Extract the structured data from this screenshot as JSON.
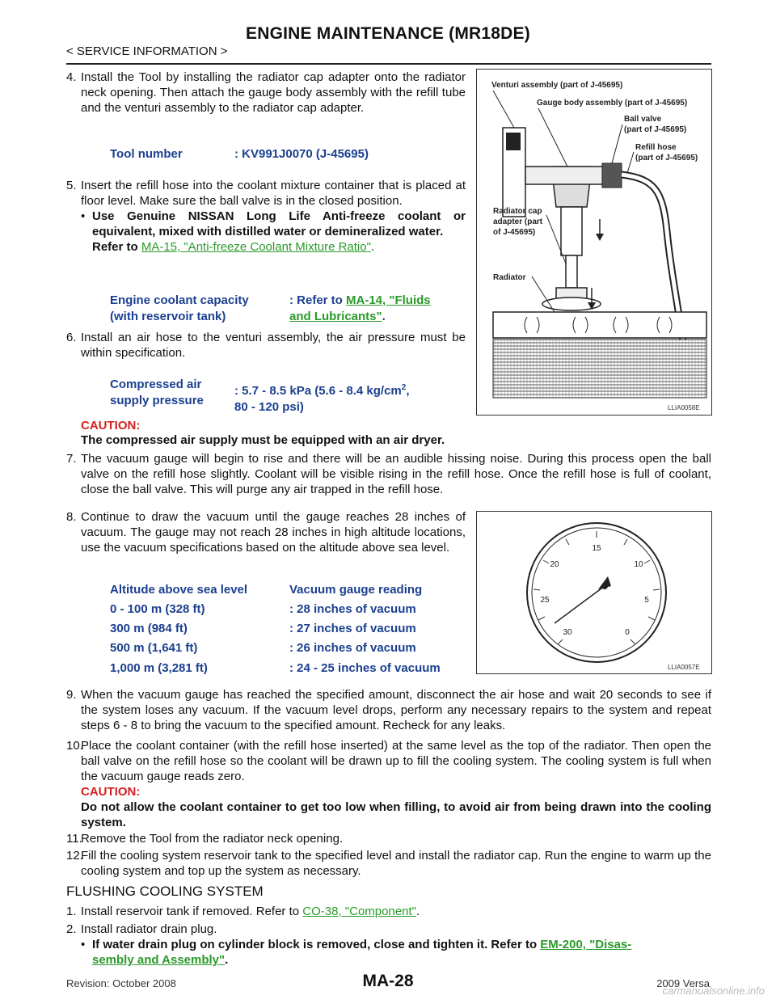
{
  "header": {
    "title": "ENGINE MAINTENANCE (MR18DE)",
    "section": "< SERVICE INFORMATION >"
  },
  "steps": {
    "s4": {
      "num": "4.",
      "text": "Install the Tool by installing the radiator cap adapter onto the radiator neck opening. Then attach the gauge body assembly with the refill tube and the venturi assembly to the radiator cap adapter."
    },
    "tool": {
      "label": "Tool number",
      "value": ": KV991J0070 (J-45695)"
    },
    "s5": {
      "num": "5.",
      "text": "Insert the refill hose into the coolant mixture container that is placed at floor level. Make sure the ball valve is in the closed position.",
      "bullet": "Use Genuine NISSAN Long Life Anti-freeze coolant or equivalent, mixed with distilled water or demineralized water.",
      "refer_prefix": "Refer to ",
      "refer_link": "MA-15, \"Anti-freeze Coolant Mixture Ratio\"",
      "refer_suffix": "."
    },
    "capacity": {
      "label1": "Engine coolant capacity",
      "label2": "(with reservoir tank)",
      "value_prefix": ": Refer to ",
      "value_link1": "MA-14, \"Fluids ",
      "value_link2": "and Lubricants\"",
      "value_suffix": "."
    },
    "s6": {
      "num": "6.",
      "text": "Install an air hose to the venturi assembly, the air pressure must be within specification."
    },
    "pressure": {
      "label1": "Compressed air",
      "label2": "supply pressure",
      "value1": ": 5.7 - 8.5 kPa (5.6 - 8.4 kg/cm",
      "sup": "2",
      "value1_end": ",",
      "value2": "80 - 120 psi)"
    },
    "caution1": {
      "label": "CAUTION:",
      "text": "The compressed air supply must be equipped with an air dryer."
    },
    "s7": {
      "num": "7.",
      "text": "The vacuum gauge will begin to rise and there will be an audible hissing noise. During this process open the ball valve on the refill hose slightly. Coolant will be visible rising in the refill hose. Once the refill hose is full of coolant, close the ball valve. This will purge any air trapped in the refill hose."
    },
    "s8": {
      "num": "8.",
      "text": "Continue to draw the vacuum until the gauge reaches 28 inches of vacuum. The gauge may not reach 28 inches in high altitude locations, use the vacuum specifications based on the altitude above sea level."
    },
    "s9": {
      "num": "9.",
      "text": "When the vacuum gauge has reached the specified amount, disconnect the air hose and wait 20 seconds to see if the system loses any vacuum. If the vacuum level drops, perform any necessary repairs to the system and repeat steps 6 - 8 to bring the vacuum to the specified amount. Recheck for any leaks."
    },
    "s10": {
      "num": "10.",
      "text": "Place the coolant container (with the refill hose inserted) at the same level as the top of the radiator. Then open the ball valve on the refill hose so the coolant will be drawn up to fill the cooling system. The cooling system is full when the vacuum gauge reads zero.",
      "caution_label": "CAUTION:",
      "caution_text": "Do not allow the coolant container to get too low when filling, to avoid air from being drawn into the cooling system."
    },
    "s11": {
      "num": "11.",
      "text": "Remove the Tool from the radiator neck opening."
    },
    "s12": {
      "num": "12.",
      "text": "Fill the cooling system reservoir tank to the specified level and install the radiator cap. Run the engine to warm up the cooling system and top up the system as necessary."
    }
  },
  "vacuum_table": {
    "headers": [
      "Altitude above sea level",
      "Vacuum gauge reading"
    ],
    "rows": [
      [
        "0 - 100 m (328 ft)",
        ": 28 inches of vacuum"
      ],
      [
        "300 m (984 ft)",
        ": 27 inches of vacuum"
      ],
      [
        "500 m (1,641 ft)",
        ": 26 inches of vacuum"
      ],
      [
        "1,000 m (3,281 ft)",
        ": 24 - 25 inches of vacuum"
      ]
    ]
  },
  "flushing": {
    "heading": "FLUSHING COOLING SYSTEM",
    "f1": {
      "num": "1.",
      "prefix": "Install reservoir tank if removed. Refer to ",
      "link": "CO-38, \"Component\"",
      "suffix": "."
    },
    "f2": {
      "num": "2.",
      "text": "Install radiator drain plug.",
      "bullet_prefix": "If water drain plug on cylinder block is removed, close and tighten it. Refer to ",
      "bullet_link1": "EM-200, \"Disas-",
      "bullet_link2": "sembly and Assembly\"",
      "bullet_suffix": "."
    }
  },
  "figure1": {
    "labels": {
      "venturi": "Venturi assembly (part of J-45695)",
      "gauge_body": "Gauge body assembly (part of J-45695)",
      "ball_valve_1": "Ball valve",
      "ball_valve_2": "(part of J-45695)",
      "refill_1": "Refill hose",
      "refill_2": "(part of J-45695)",
      "adapter_1": "Radiator cap",
      "adapter_2": "adapter (part",
      "adapter_3": "of J-45695)",
      "radiator": "Radiator"
    },
    "caption": "LLIA0058E"
  },
  "figure2": {
    "dial": [
      "15",
      "20",
      "10",
      "25",
      "5",
      "30",
      "0"
    ],
    "caption": "LLIA0057E"
  },
  "footer": {
    "revision": "Revision: October 2008",
    "page": "MA-28",
    "model": "2009 Versa",
    "watermark": "carmanualsonline.info"
  }
}
